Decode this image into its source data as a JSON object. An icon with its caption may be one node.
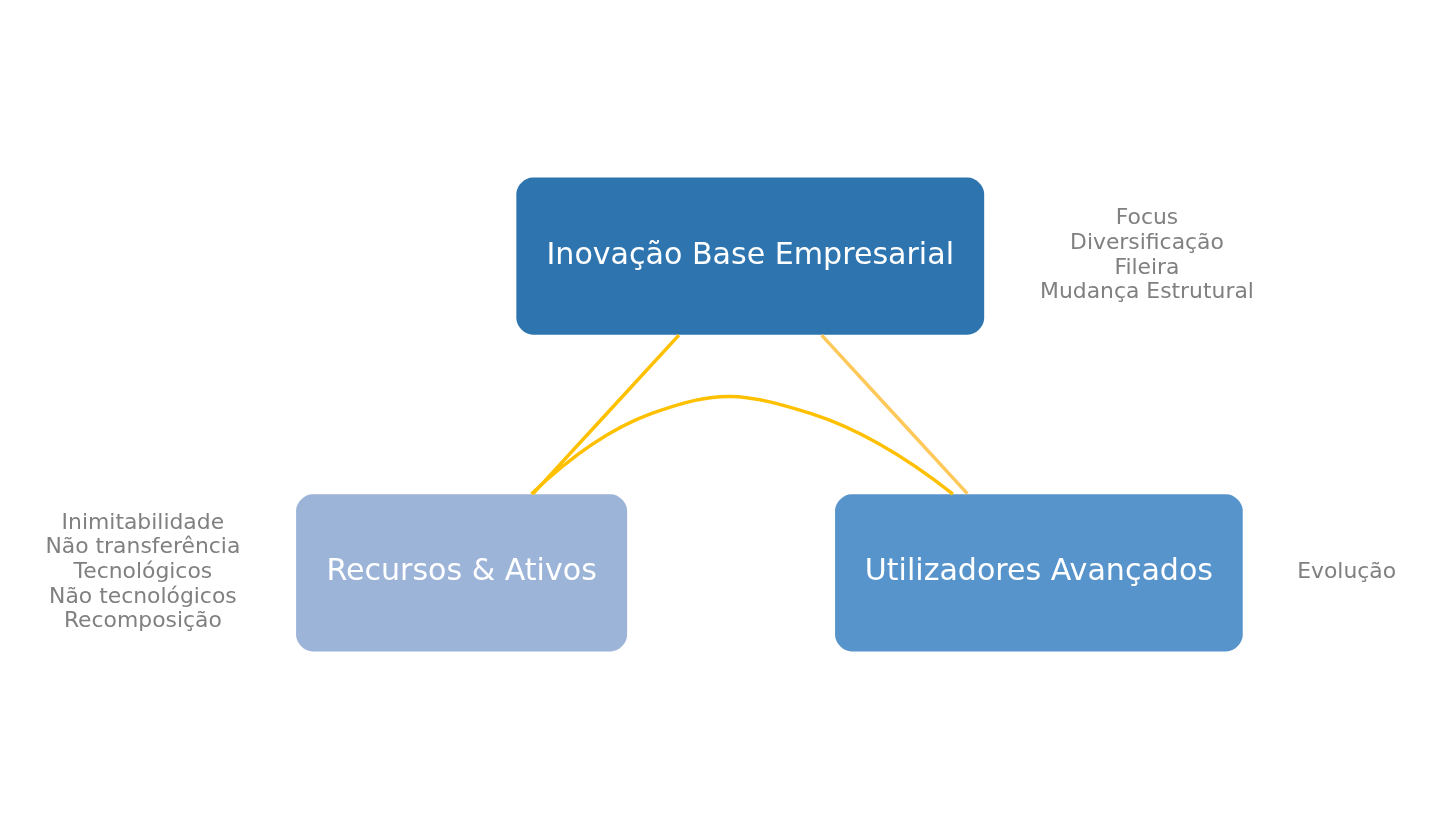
{
  "diagram": {
    "nodes": [
      {
        "text": [
          "Inovação Base Empresarial"
        ],
        "beside": [
          "Focus",
          "Diversificação",
          "Fileira",
          "Mudança Estrutural"
        ]
      },
      {
        "text": [
          "Recursos & Ativos"
        ],
        "beside": [
          "Inimitabilidade",
          "Não transferência",
          "Tecnológicos",
          "Não tecnológicos",
          "Recomposição"
        ]
      },
      {
        "text": [
          "Utilizadores Avançados"
        ],
        "beside": [
          "Evolução"
        ]
      }
    ],
    "edges": [
      {
        "from": 0,
        "to": 1,
        "arrow": "none"
      },
      {
        "from": 0,
        "to": 2,
        "arrow": "none",
        "color": "#fec85a"
      },
      {
        "from": 1,
        "to": 2,
        "arrow": "none"
      }
    ]
  }
}
